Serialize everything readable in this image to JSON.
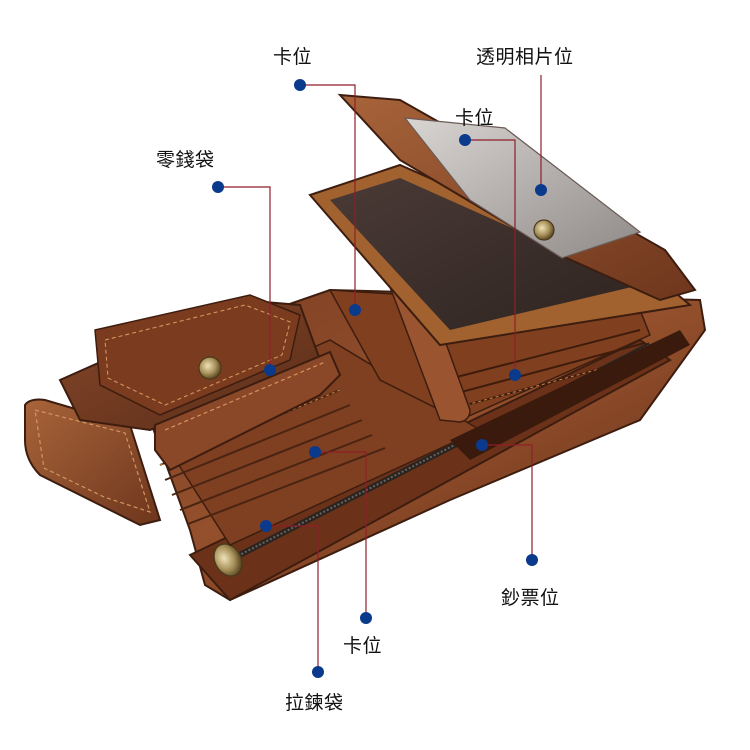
{
  "labels": {
    "card_slot_top": "卡位",
    "photo_window": "透明相片位",
    "card_slot_flap": "卡位",
    "coin_pocket": "零錢袋",
    "card_slot_bottom": "卡位",
    "bill_compartment": "鈔票位",
    "zipper_pocket": "拉鍊袋"
  },
  "colors": {
    "marker": "#0a3a8c",
    "leader_line": "#8e1f2a",
    "leather_dark": "#5a2c18",
    "leather_mid": "#8a4a28",
    "leather_light": "#b87444"
  }
}
